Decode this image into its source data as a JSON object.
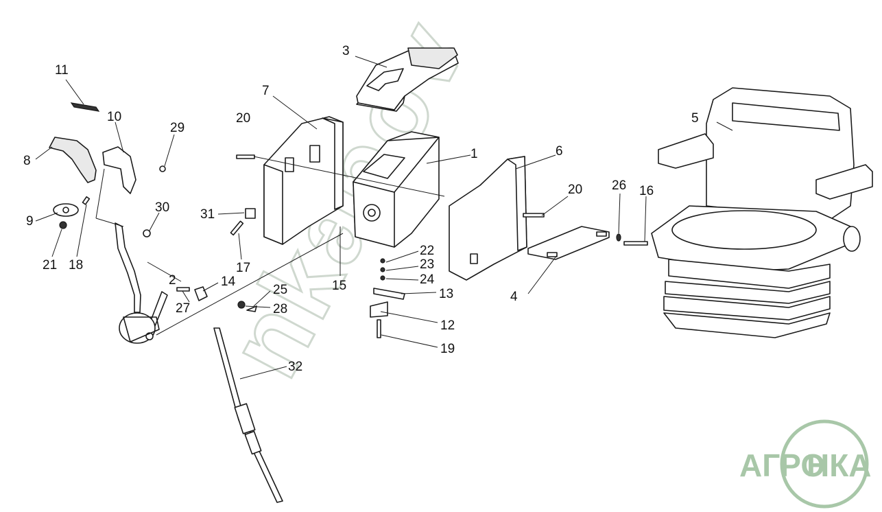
{
  "diagram": {
    "callouts": [
      {
        "id": "c1",
        "label": "1"
      },
      {
        "id": "c2",
        "label": "2"
      },
      {
        "id": "c3",
        "label": "3"
      },
      {
        "id": "c4",
        "label": "4"
      },
      {
        "id": "c5",
        "label": "5"
      },
      {
        "id": "c6",
        "label": "6"
      },
      {
        "id": "c7",
        "label": "7"
      },
      {
        "id": "c8",
        "label": "8"
      },
      {
        "id": "c9",
        "label": "9"
      },
      {
        "id": "c10",
        "label": "10"
      },
      {
        "id": "c11",
        "label": "11"
      },
      {
        "id": "c12",
        "label": "12"
      },
      {
        "id": "c13",
        "label": "13"
      },
      {
        "id": "c14",
        "label": "14"
      },
      {
        "id": "c15",
        "label": "15"
      },
      {
        "id": "c16",
        "label": "16"
      },
      {
        "id": "c17",
        "label": "17"
      },
      {
        "id": "c18",
        "label": "18"
      },
      {
        "id": "c19",
        "label": "19"
      },
      {
        "id": "c20a",
        "label": "20"
      },
      {
        "id": "c20b",
        "label": "20"
      },
      {
        "id": "c21",
        "label": "21"
      },
      {
        "id": "c22",
        "label": "22"
      },
      {
        "id": "c23",
        "label": "23"
      },
      {
        "id": "c24",
        "label": "24"
      },
      {
        "id": "c25",
        "label": "25"
      },
      {
        "id": "c26",
        "label": "26"
      },
      {
        "id": "c27",
        "label": "27"
      },
      {
        "id": "c28",
        "label": "28"
      },
      {
        "id": "c29",
        "label": "29"
      },
      {
        "id": "c30",
        "label": "30"
      },
      {
        "id": "c31",
        "label": "31"
      },
      {
        "id": "c32",
        "label": "32"
      }
    ]
  },
  "watermark": {
    "text": "nkabov"
  },
  "logo": {
    "left": "АГРО",
    "right": "НКА"
  },
  "colors": {
    "line": "#1a1a1a",
    "watermark": "#cfd8cf",
    "logo": "#a8c7a8"
  }
}
